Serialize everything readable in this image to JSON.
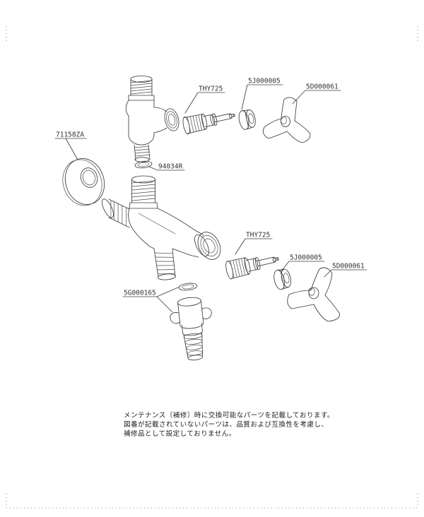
{
  "diagram": {
    "part_labels": {
      "thy725_upper": "THY725",
      "5j000005_upper": "5J000005",
      "5d000061_upper": "5D000061",
      "71158za": "71158ZA",
      "94034r": "94034R",
      "thy725_lower": "THY725",
      "5j000005_lower": "5J000005",
      "5d000061_lower": "5D000061",
      "5g000165": "5G000165"
    },
    "notes": {
      "line1": "メンテナンス〔補修〕時に交換可能なパーツを記載しております。",
      "line2": "図番が記載されていないパーツは、品質および互換性を考慮し、",
      "line3": "補修品として設定しておりません。"
    },
    "colors": {
      "line": "#3c3c3c",
      "text": "#222222"
    }
  }
}
